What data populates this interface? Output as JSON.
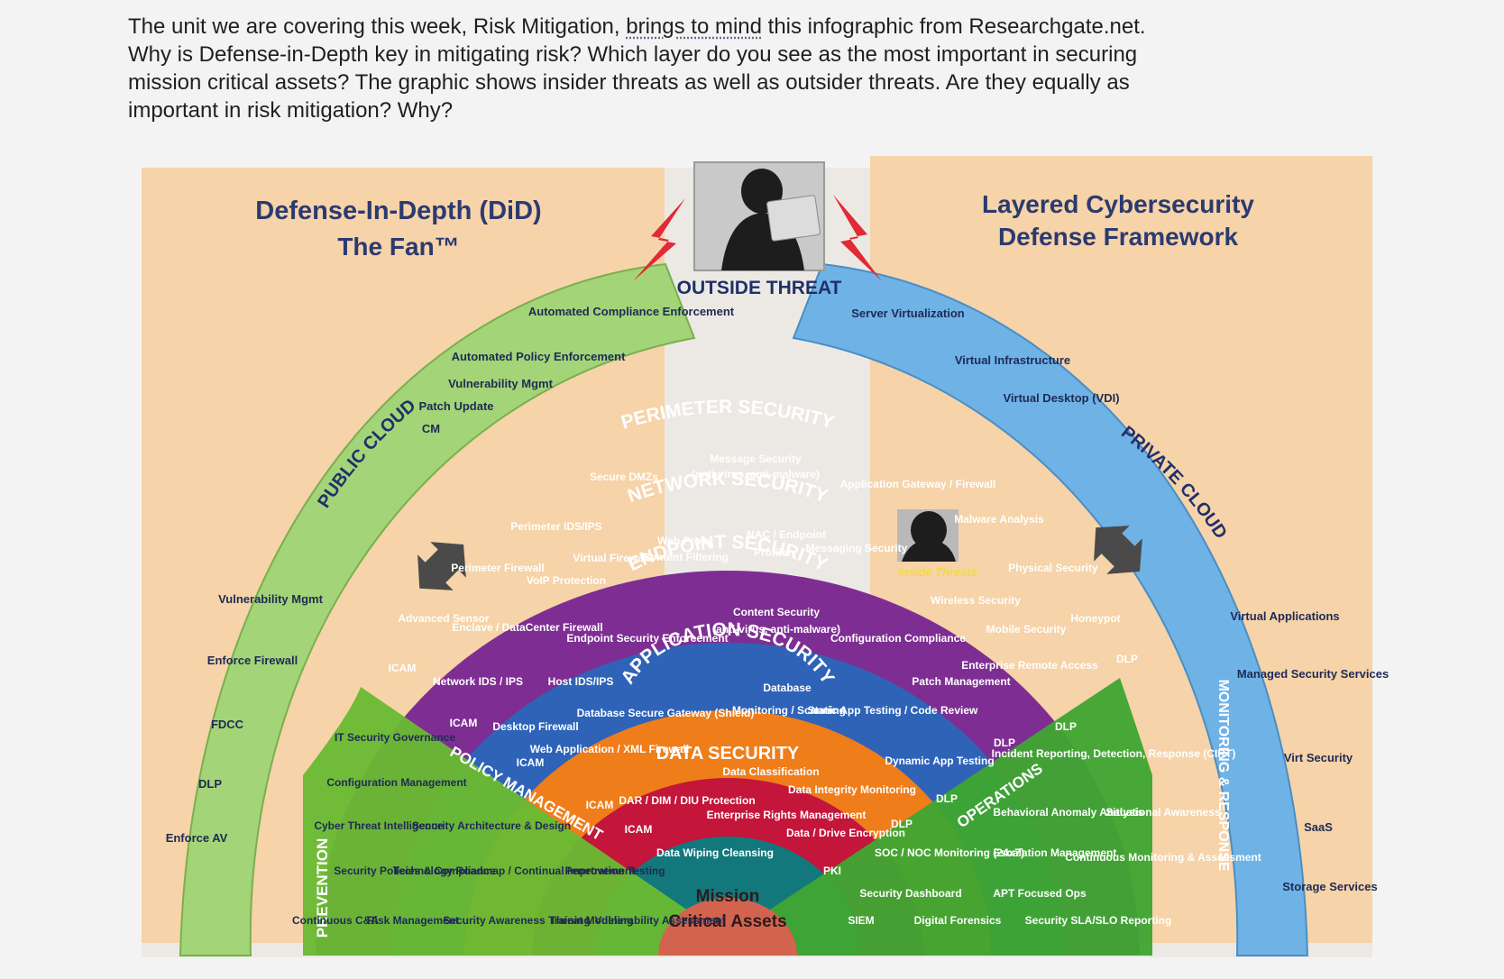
{
  "question": {
    "part1": "The unit we are covering this week, Risk Mitigation, ",
    "link": "brings to mind",
    "part2": " this infographic from Researchgate.net. Why is Defense-in-Depth key in mitigating risk? Which layer do you see as the most important in securing mission critical assets? The graphic shows insider threats as well as outsider threats.  Are they equally as important in risk mitigation? Why?"
  },
  "infographic": {
    "left_title_1": "Defense-In-Depth (DiD)",
    "left_title_2": "The Fan™",
    "right_title_1": "Layered Cybersecurity",
    "right_title_2": "Defense Framework",
    "outside_threat": "OUTSIDE  THREAT",
    "inside_threats": "Inside Threats",
    "public_cloud": "PUBLIC CLOUD",
    "private_cloud": "PRIVATE CLOUD",
    "left_outer_items": [
      "Enforce AV",
      "DLP",
      "FDCC",
      "Enforce Firewall",
      "Vulnerability Mgmt"
    ],
    "public_cloud_items": [
      "CM",
      "Patch Update",
      "Vulnerability Mgmt",
      "Automated Policy Enforcement",
      "Automated Compliance Enforcement"
    ],
    "private_cloud_items": [
      "Server Virtualization",
      "Virtual Infrastructure",
      "Virtual Desktop (VDI)"
    ],
    "right_outer_items": [
      "Virtual Applications",
      "Managed Security Services",
      "Virt Security",
      "SaaS",
      "Storage Services"
    ],
    "perimeter": {
      "title": "PERIMETER SECURITY",
      "items": [
        "Message Security",
        "(anti-virus, anti-malware)",
        "Secure DMZs",
        "Application Gateway / Firewall",
        "Perimeter IDS/IPS",
        "Perimeter Firewall",
        "Advanced Sensor",
        "Malware Analysis",
        "Physical Security",
        "Honeypot",
        "DLP",
        "ICAM"
      ]
    },
    "network": {
      "title": "NETWORK SECURITY",
      "items": [
        "Web Proxy",
        "Content Filtering",
        "NAC / Endpoint",
        "Profiler",
        "Messaging Security",
        "Virtual Firewall",
        "VoIP Protection",
        "Enclave / DataCenter Firewall",
        "Network IDS / IPS",
        "ICAM",
        "Wireless Security",
        "Mobile Security",
        "Enterprise Remote Access",
        "DLP"
      ]
    },
    "endpoint": {
      "title": "ENDPOINT SECURITY",
      "items": [
        "Content Security",
        "(anti-virus, anti-malware)",
        "Endpoint Security Enforcement",
        "Configuration Compliance",
        "Host IDS/IPS",
        "Desktop Firewall",
        "ICAM",
        "Patch Management",
        "DLP"
      ]
    },
    "application": {
      "title": "APPLICATION SECURITY",
      "items": [
        "Database",
        "Database Secure Gateway (Shield)",
        "Monitoring / Scanning",
        "Static App Testing / Code Review",
        "Web Application / XML Firewall",
        "ICAM",
        "Dynamic App Testing",
        "DLP"
      ]
    },
    "data": {
      "title": "DATA SECURITY",
      "items": [
        "Data Classification",
        "Data Integrity Monitoring",
        "DAR / DIM / DIU Protection",
        "Enterprise Rights Management",
        "Data / Drive Encryption",
        "DLP",
        "ICAM",
        "Data Wiping Cleansing",
        "PKI"
      ]
    },
    "mission": [
      "Mission",
      "Critical Assets"
    ],
    "policy_management": "POLICY MANAGEMENT",
    "prevention": "PREVENTION",
    "operations": "OPERATIONS",
    "monitoring_response": "MONITORING & RESPONSE",
    "policy_items": [
      "IT Security Governance",
      "Configuration Management",
      "Cyber Threat Intelligence",
      "Security Architecture & Design",
      "Security Policies & Compliance",
      "Technology Roadmap / Continual Improvement",
      "Penetration Testing",
      "Continuous C&A",
      "Risk Management",
      "Security Awareness Training",
      "Threat Modeling",
      "Vulnerability Assessment"
    ],
    "operations_items": [
      "Incident Reporting, Detection, Response (CIRT)",
      "Behavioral Anomaly Analysis",
      "Situational Awareness",
      "SOC / NOC Monitoring (24x7)",
      "Escalation Management",
      "Continuous Monitoring & Assessment",
      "Security Dashboard",
      "APT Focused Ops",
      "SIEM",
      "Digital Forensics",
      "Security SLA/SLO Reporting"
    ],
    "colors": {
      "left_panel": "#f6d3a8",
      "right_panel": "#f6d3a8",
      "public_cloud_band": "#a3d477",
      "private_cloud_band": "#6fb2e6",
      "perimeter": "#7e2e93",
      "network": "#2e63b8",
      "endpoint": "#ef7d1a",
      "application": "#c4153a",
      "data": "#13787c",
      "policy": "#6ab933",
      "operations": "#3fa632",
      "mission": "#d2634f"
    }
  }
}
